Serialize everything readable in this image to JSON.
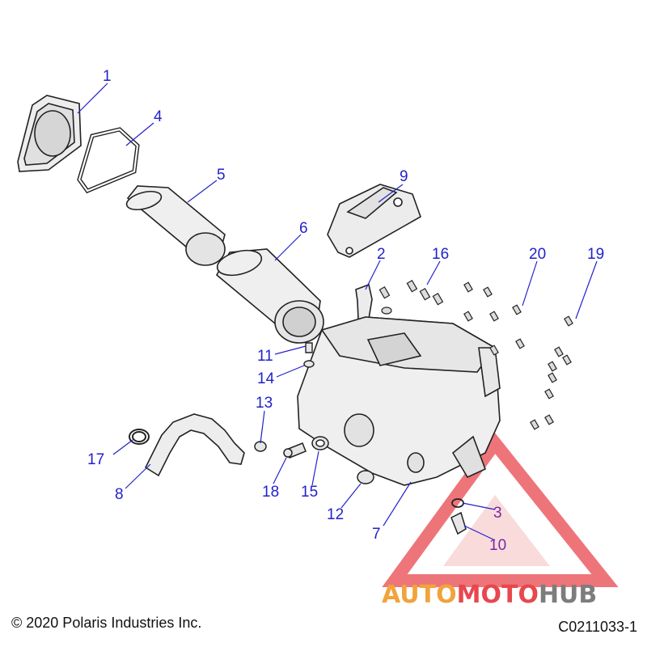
{
  "colors": {
    "callout": "#2222cc",
    "callout_alt": "#7a2aa0",
    "part_outline": "#222222",
    "part_fill": "#ededed",
    "watermark_red": "#e8474e",
    "watermark_orange": "#f2a33a",
    "watermark_gray": "#7d7d7d"
  },
  "callouts": [
    {
      "id": "c1",
      "label": "1"
    },
    {
      "id": "c2",
      "label": "2"
    },
    {
      "id": "c3",
      "label": "3"
    },
    {
      "id": "c4",
      "label": "4"
    },
    {
      "id": "c5",
      "label": "5"
    },
    {
      "id": "c6",
      "label": "6"
    },
    {
      "id": "c7",
      "label": "7"
    },
    {
      "id": "c8",
      "label": "8"
    },
    {
      "id": "c9",
      "label": "9"
    },
    {
      "id": "c10",
      "label": "10"
    },
    {
      "id": "c11",
      "label": "11"
    },
    {
      "id": "c12",
      "label": "12"
    },
    {
      "id": "c13",
      "label": "13"
    },
    {
      "id": "c14",
      "label": "14"
    },
    {
      "id": "c15",
      "label": "15"
    },
    {
      "id": "c16",
      "label": "16"
    },
    {
      "id": "c17",
      "label": "17"
    },
    {
      "id": "c18",
      "label": "18"
    },
    {
      "id": "c19",
      "label": "19"
    },
    {
      "id": "c20",
      "label": "20"
    }
  ],
  "footer": {
    "copyright": "© 2020 Polaris Industries Inc.",
    "diagram_code": "C0211033-1"
  },
  "watermark": {
    "part1": "AUTO",
    "part2": "MOTO",
    "part3": "HUB"
  }
}
